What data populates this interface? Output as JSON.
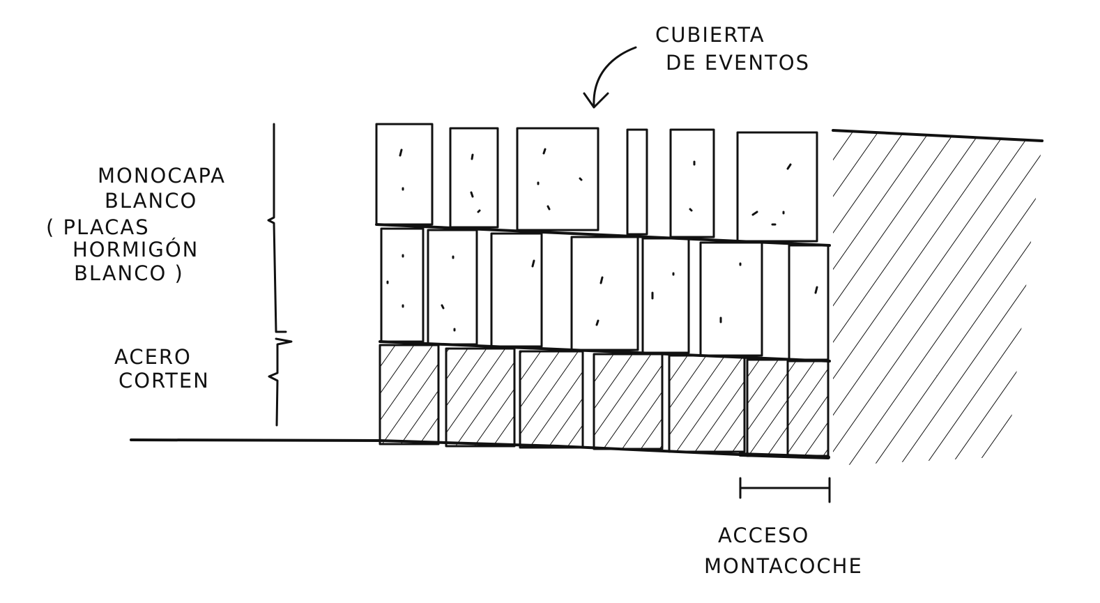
{
  "colors": {
    "ink": "#111111",
    "paper": "#ffffff"
  },
  "labels": {
    "cubierta_line1": "CUBIERTA",
    "cubierta_line2": "DE EVENTOS",
    "monocapa_line1": "MONOCAPA",
    "monocapa_line2": "BLANCO",
    "placas_line1": "( PLACAS",
    "placas_line2": "HORMIGÓN",
    "placas_line3": "BLANCO )",
    "acero_line1": "ACERO",
    "acero_line2": "CORTEN",
    "acceso_line1": "ACCESO",
    "acceso_line2": "MONTACOCHE"
  }
}
